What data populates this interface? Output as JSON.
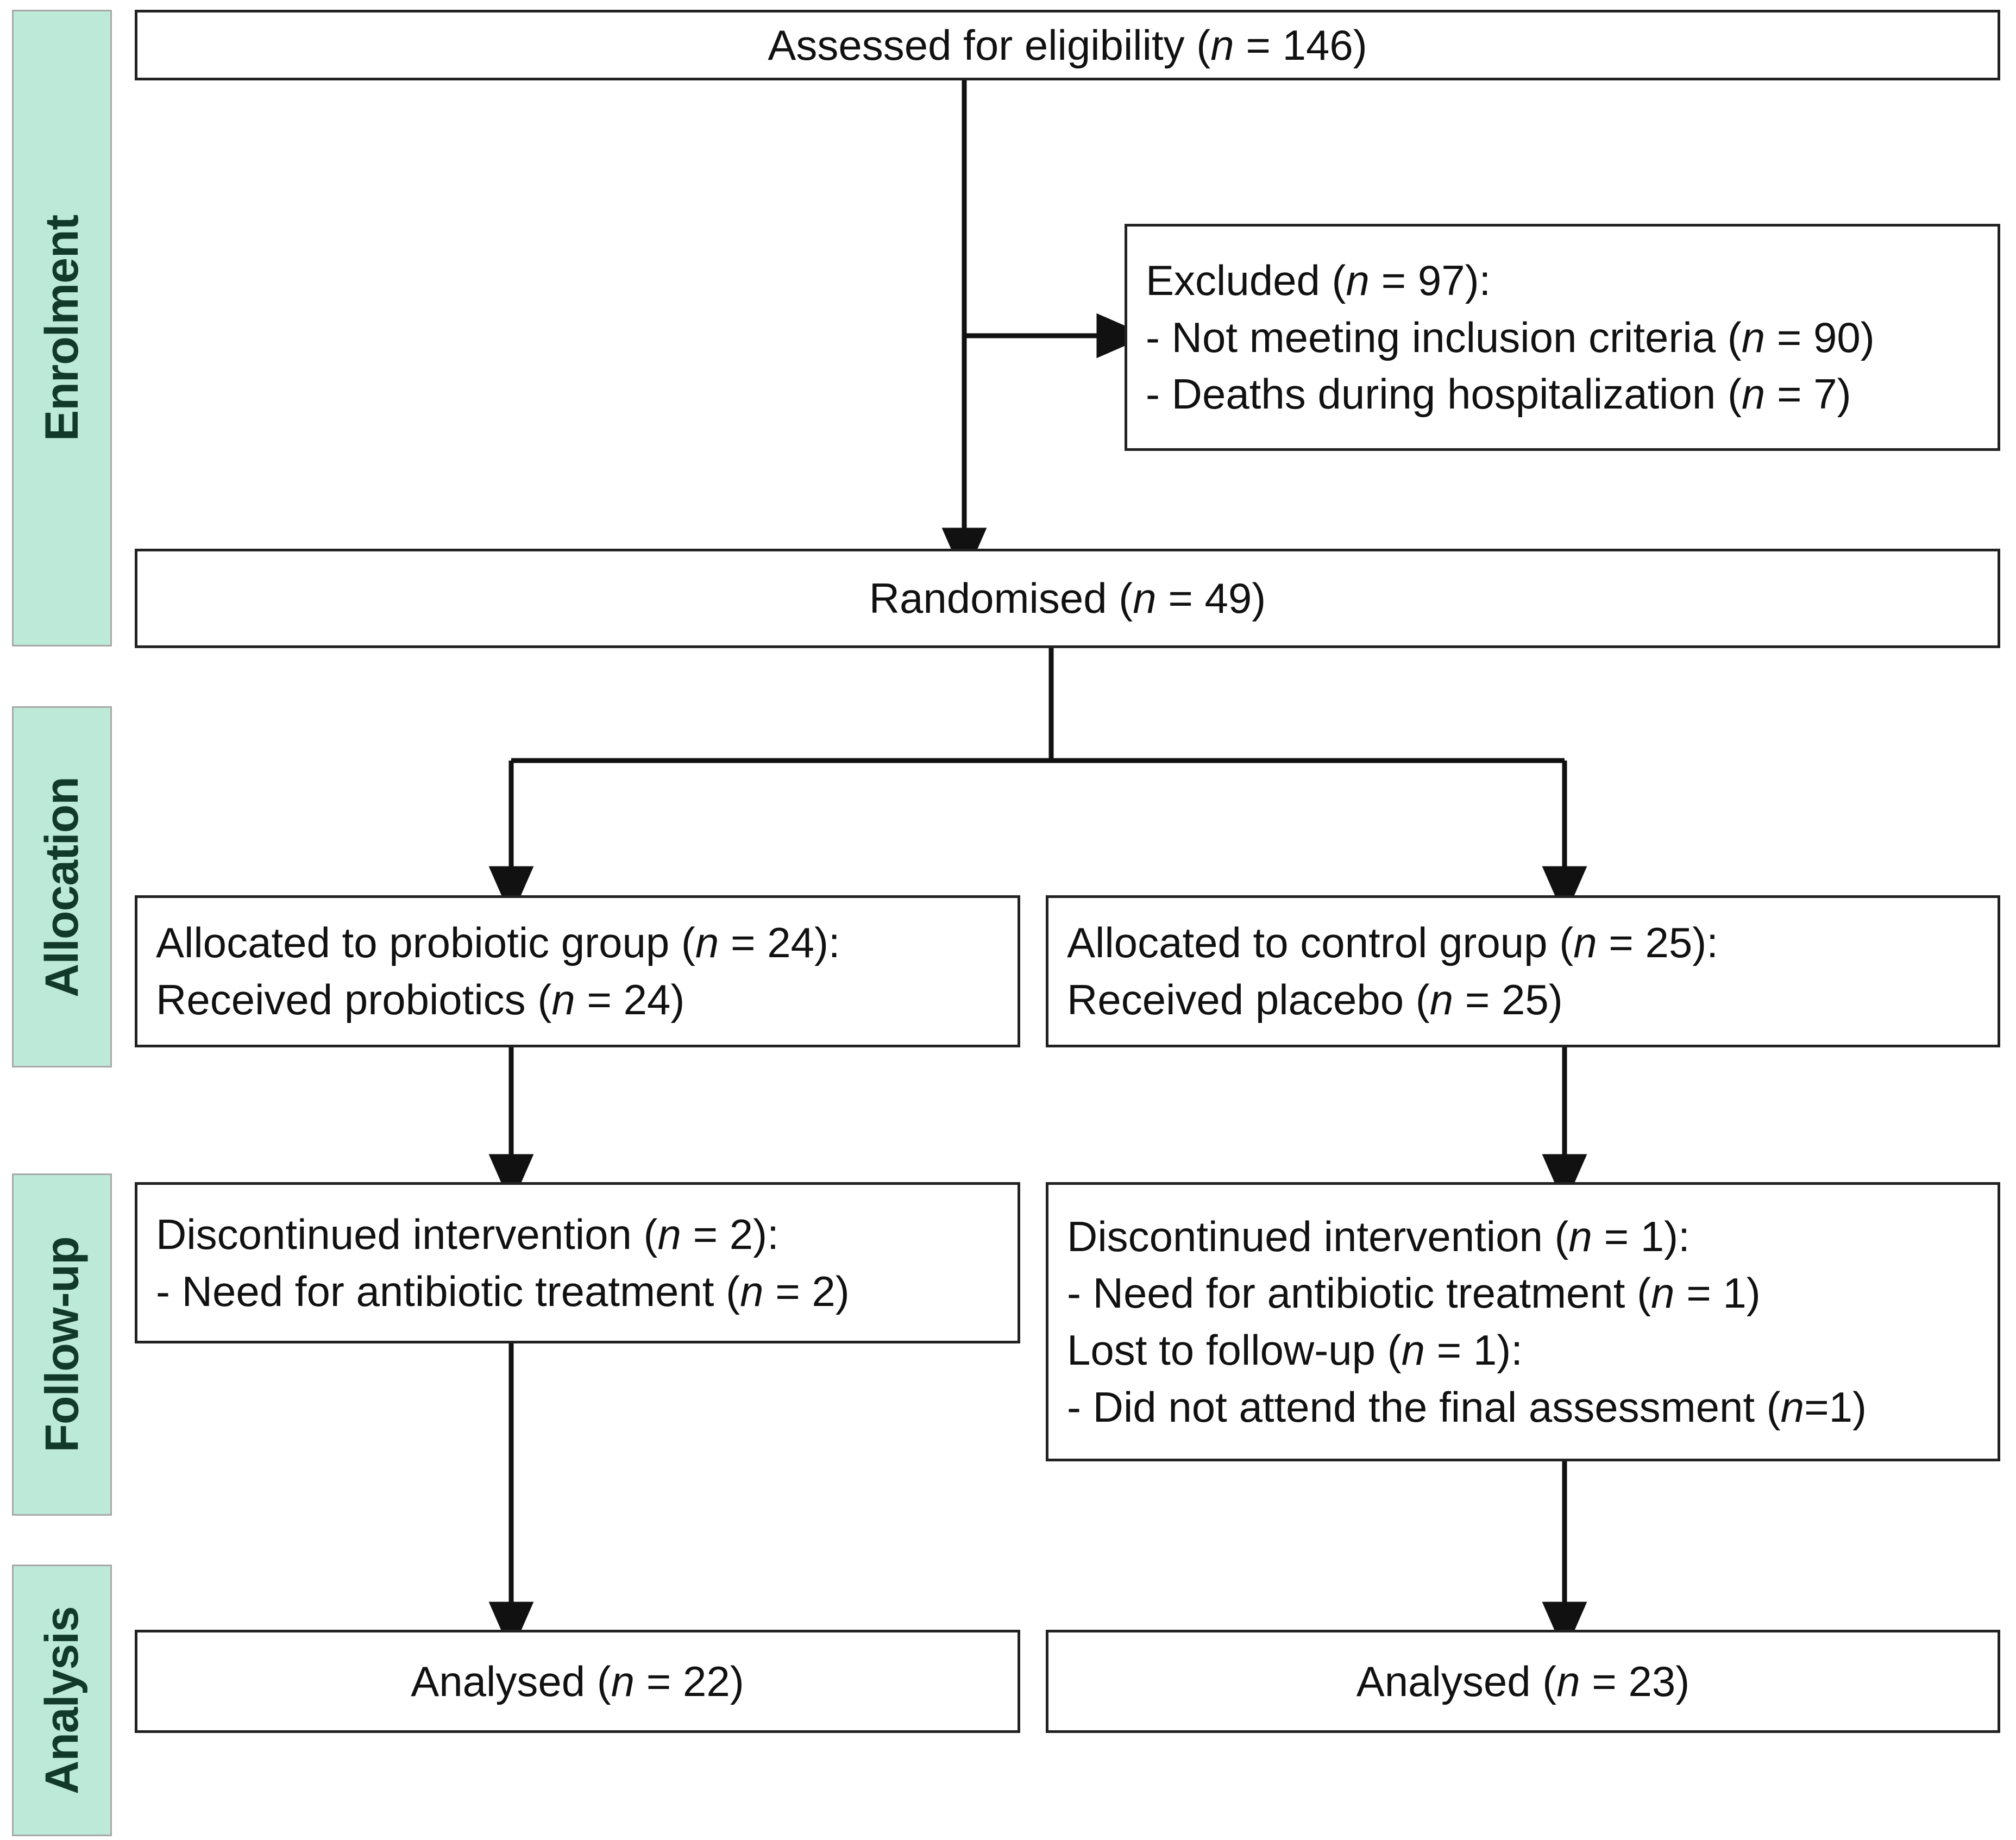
{
  "diagram": {
    "type": "consort-flow-diagram",
    "title": "CONSORT participant flow",
    "accent_mint": "#bde9d8",
    "accent_dark_green": "#123a2b",
    "line_color": "#111111"
  },
  "stages": [
    {
      "id": "enrolment",
      "label": "Enrolment"
    },
    {
      "id": "allocation",
      "label": "Allocation"
    },
    {
      "id": "followup",
      "label": "Follow-up"
    },
    {
      "id": "analysis",
      "label": "Analysis"
    }
  ],
  "nodes": {
    "assessed": {
      "id": "assessed-for-eligibility",
      "lines": [
        {
          "prefix": "Assessed for eligibility (",
          "italic": "n",
          "suffix": " = 146)"
        }
      ]
    },
    "excluded": {
      "id": "excluded",
      "lines": [
        {
          "prefix": "Excluded (",
          "italic": "n",
          "suffix": " = 97):"
        },
        {
          "prefix": "- Not meeting inclusion criteria (",
          "italic": "n",
          "suffix": " = 90)"
        },
        {
          "prefix": "- Deaths during hospitalization (",
          "italic": "n",
          "suffix": " = 7)"
        }
      ]
    },
    "randomised": {
      "id": "randomised",
      "lines": [
        {
          "prefix": "Randomised (",
          "italic": "n",
          "suffix": " = 49)"
        }
      ]
    },
    "alloc_probiotic": {
      "id": "allocated-probiotic-group",
      "lines": [
        {
          "prefix": "Allocated to probiotic group (",
          "italic": "n",
          "suffix": " = 24):"
        },
        {
          "prefix": "Received probiotics (",
          "italic": "n",
          "suffix": " = 24)"
        }
      ]
    },
    "alloc_control": {
      "id": "allocated-control-group",
      "lines": [
        {
          "prefix": "Allocated to control group (",
          "italic": "n",
          "suffix": " = 25):"
        },
        {
          "prefix": "Received placebo (",
          "italic": "n",
          "suffix": " = 25)"
        }
      ]
    },
    "followup_probiotic": {
      "id": "followup-probiotic",
      "lines": [
        {
          "prefix": "Discontinued intervention (",
          "italic": "n",
          "suffix": " = 2):"
        },
        {
          "prefix": "- Need for antibiotic treatment (",
          "italic": "n",
          "suffix": " = 2)"
        }
      ]
    },
    "followup_control": {
      "id": "followup-control",
      "lines": [
        {
          "prefix": "Discontinued intervention (",
          "italic": "n",
          "suffix": " = 1):"
        },
        {
          "prefix": "- Need for antibiotic treatment (",
          "italic": "n",
          "suffix": " = 1)"
        },
        {
          "prefix": "Lost to follow-up (",
          "italic": "n",
          "suffix": " = 1):"
        },
        {
          "prefix": "- Did not attend the final assessment (",
          "italic": "n",
          "suffix": "=1)"
        }
      ]
    },
    "analysed_probiotic": {
      "id": "analysed-probiotic",
      "lines": [
        {
          "prefix": "Analysed (",
          "italic": "n",
          "suffix": " = 22)"
        }
      ]
    },
    "analysed_control": {
      "id": "analysed-control",
      "lines": [
        {
          "prefix": "Analysed (",
          "italic": "n",
          "suffix": " = 23)"
        }
      ]
    }
  },
  "chart_data": {
    "type": "diagram",
    "title": "CONSORT flow diagram",
    "stages": [
      "Enrolment",
      "Allocation",
      "Follow-up",
      "Analysis"
    ],
    "counts": {
      "assessed_for_eligibility": 146,
      "excluded_total": 97,
      "excluded_not_meeting_inclusion_criteria": 90,
      "excluded_deaths_during_hospitalization": 7,
      "randomised": 49,
      "allocated_probiotic": 24,
      "received_probiotics": 24,
      "allocated_control": 25,
      "received_placebo": 25,
      "probiotic_discontinued": 2,
      "probiotic_discontinued_antibiotic": 2,
      "control_discontinued": 1,
      "control_discontinued_antibiotic": 1,
      "control_lost_to_followup": 1,
      "control_lost_did_not_attend_final_assessment": 1,
      "analysed_probiotic": 22,
      "analysed_control": 23
    }
  }
}
